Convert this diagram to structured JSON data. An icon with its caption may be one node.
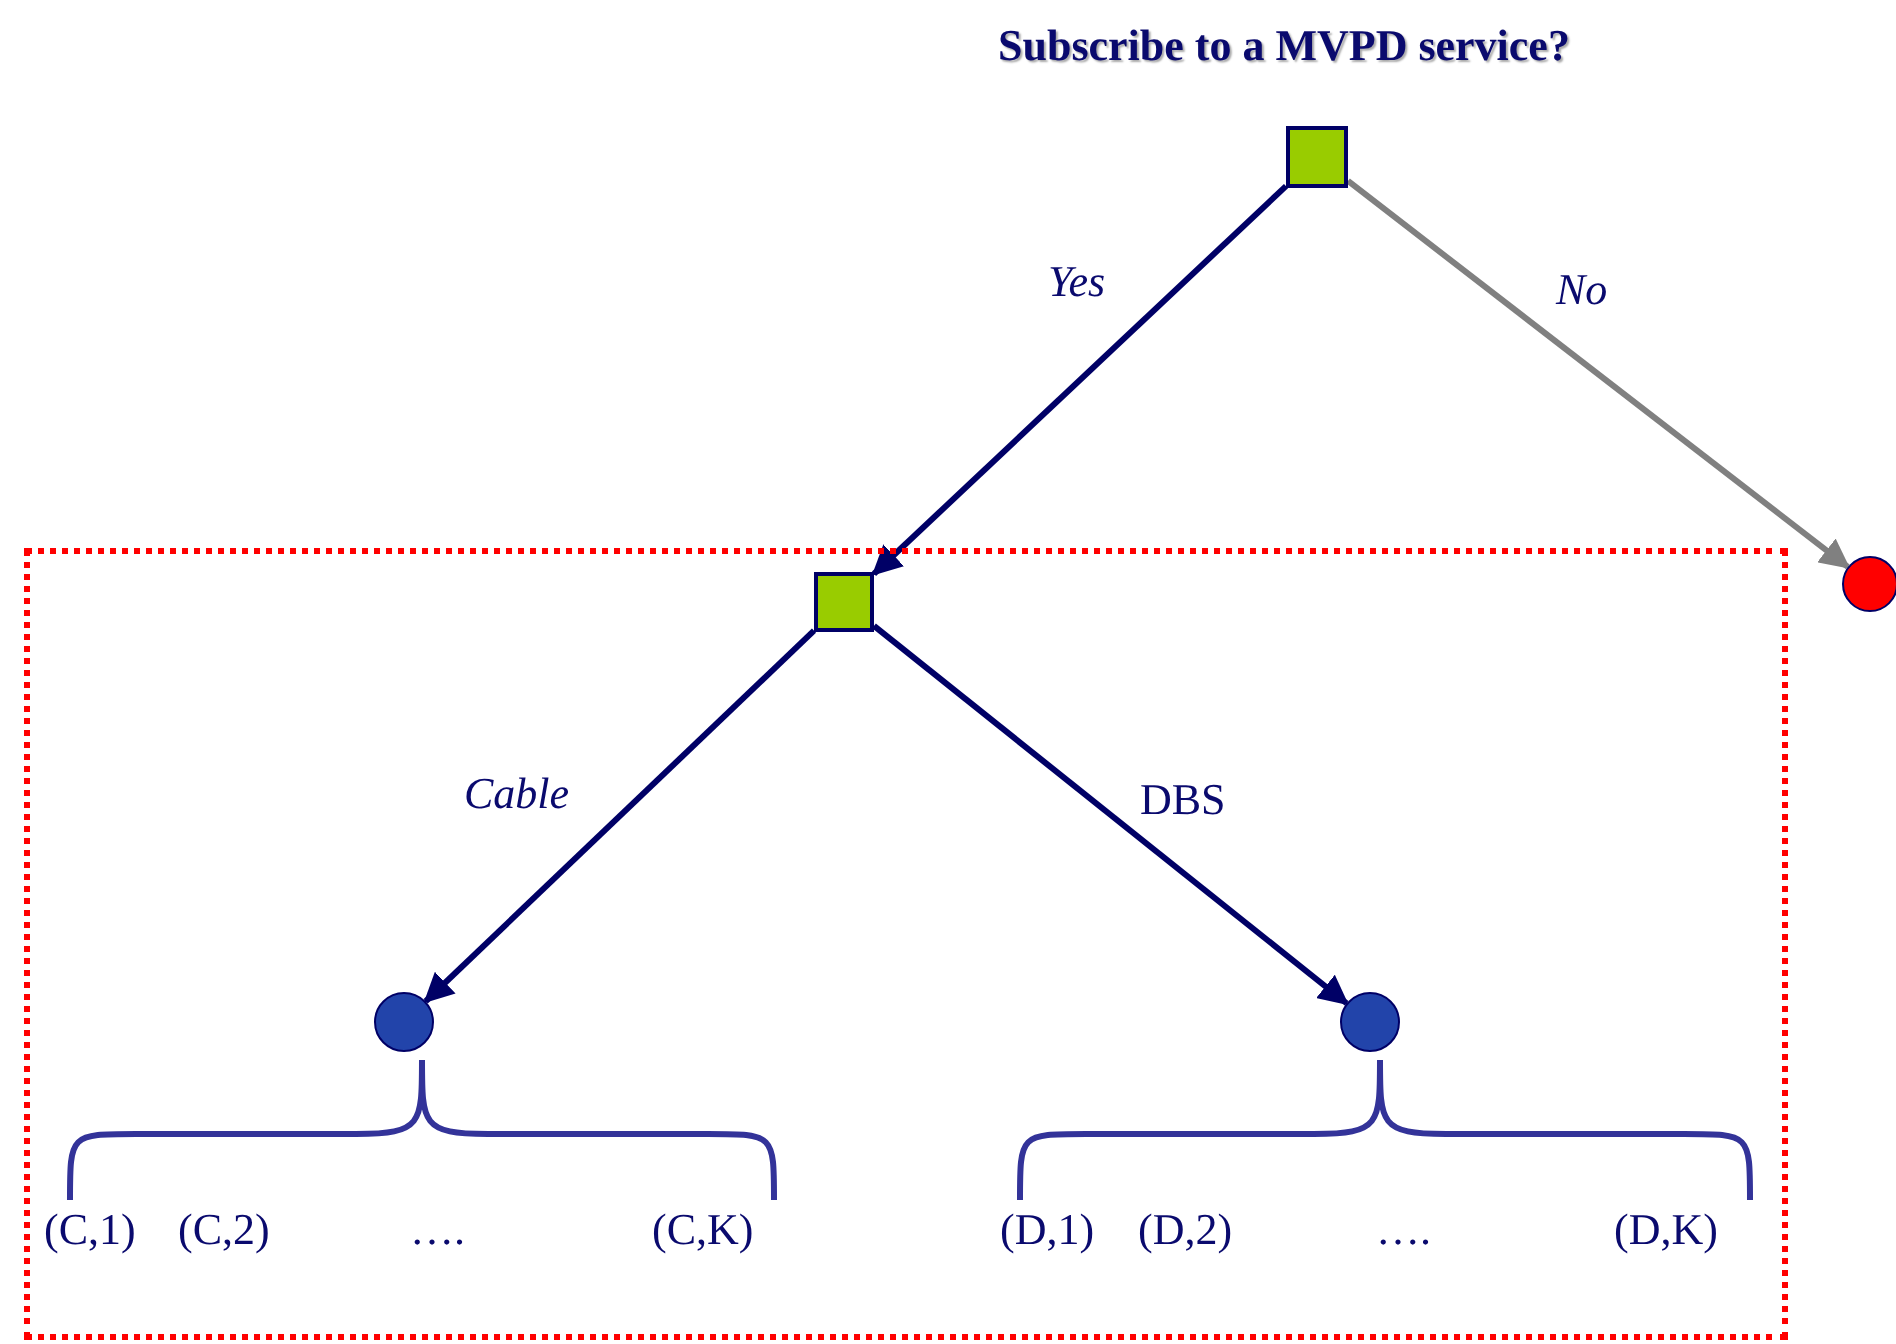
{
  "diagram": {
    "title": "Subscribe to a MVPD service?",
    "nodes": [
      {
        "text": [],
        "shape": "box"
      },
      {
        "text": [],
        "shape": "circle"
      },
      {
        "text": [],
        "shape": "box"
      },
      {
        "text": [],
        "shape": "box",
        "in": 2
      },
      {
        "text": [],
        "shape": "circle",
        "in": 2
      },
      {
        "text": [],
        "shape": "circle",
        "in": 2
      }
    ],
    "edges": [
      {
        "from": 0,
        "to": 3,
        "arrow": "to",
        "label": "Yes"
      },
      {
        "from": 0,
        "to": 1,
        "arrow": "to",
        "label": "No",
        "color": "#808080"
      },
      {
        "from": 3,
        "to": 4,
        "arrow": "to",
        "label": "Cable"
      },
      {
        "from": 3,
        "to": 5,
        "arrow": "to",
        "label": "DBS"
      }
    ],
    "labels": [
      "(C,1)",
      "(C,2)",
      "….",
      "(C,K)",
      "(D,1)",
      "(D,2)",
      "….",
      "(D,K)"
    ]
  }
}
